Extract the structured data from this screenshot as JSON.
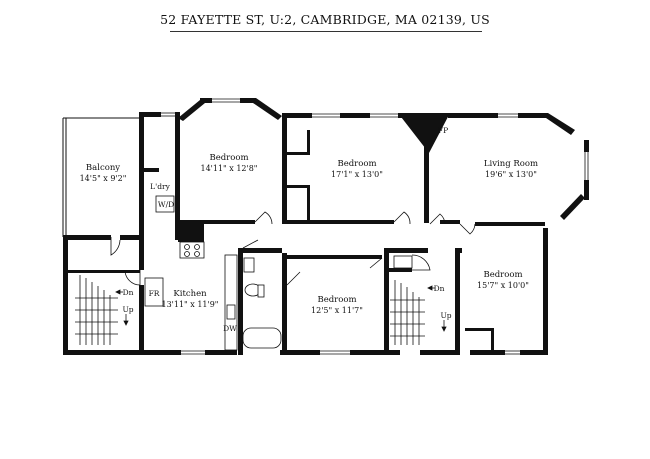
{
  "header": {
    "address": "52 FAYETTE ST, U:2, CAMBRIDGE, MA 02139, US"
  },
  "rooms": {
    "balcony": {
      "name": "Balcony",
      "dims": "14'5\" x 9'2\""
    },
    "bedroom_1": {
      "name": "Bedroom",
      "dims": "14'11\" x 12'8\""
    },
    "bedroom_2": {
      "name": "Bedroom",
      "dims": "17'1\" x 13'0\""
    },
    "living_room": {
      "name": "Living Room",
      "dims": "19'6\" x 13'0\""
    },
    "kitchen": {
      "name": "Kitchen",
      "dims": "13'11\" x 11'9\""
    },
    "bedroom_3": {
      "name": "Bedroom",
      "dims": "12'5\" x 11'7\""
    },
    "bedroom_4": {
      "name": "Bedroom",
      "dims": "15'7\" x 10'0\""
    }
  },
  "fixtures": {
    "laundry": "L'dry",
    "washer_dryer": "W/D",
    "fireplace": "FP",
    "fridge": "FR",
    "dishwasher": "DW",
    "stair_left_down": "Dn",
    "stair_left_up": "Up",
    "stair_right_down": "Dn",
    "stair_right_up": "Up"
  }
}
